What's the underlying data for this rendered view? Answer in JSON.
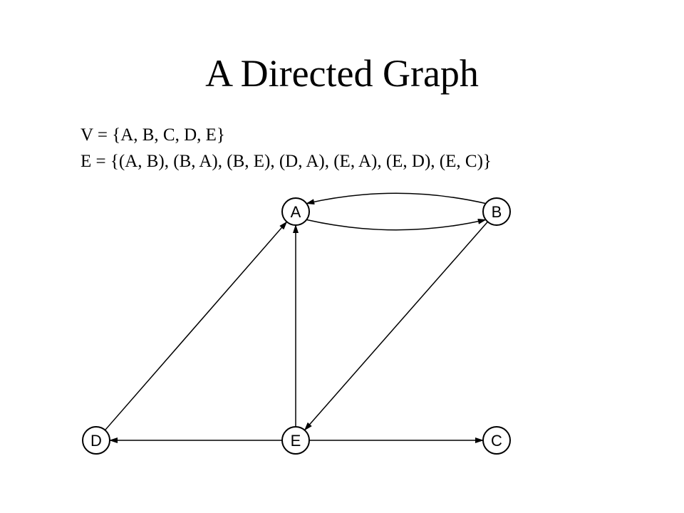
{
  "title": "A Directed Graph",
  "vertex_set": "V = {A, B, C, D, E}",
  "edge_set": "E = {(A, B), (B, A), (B, E), (D, A), (E, A), (E, D), (E, C)}",
  "graph": {
    "nodes": [
      {
        "id": "A",
        "label": "A"
      },
      {
        "id": "B",
        "label": "B"
      },
      {
        "id": "C",
        "label": "C"
      },
      {
        "id": "D",
        "label": "D"
      },
      {
        "id": "E",
        "label": "E"
      }
    ],
    "edges": [
      {
        "from": "A",
        "to": "B"
      },
      {
        "from": "B",
        "to": "A"
      },
      {
        "from": "B",
        "to": "E"
      },
      {
        "from": "D",
        "to": "A"
      },
      {
        "from": "E",
        "to": "A"
      },
      {
        "from": "E",
        "to": "D"
      },
      {
        "from": "E",
        "to": "C"
      }
    ]
  }
}
